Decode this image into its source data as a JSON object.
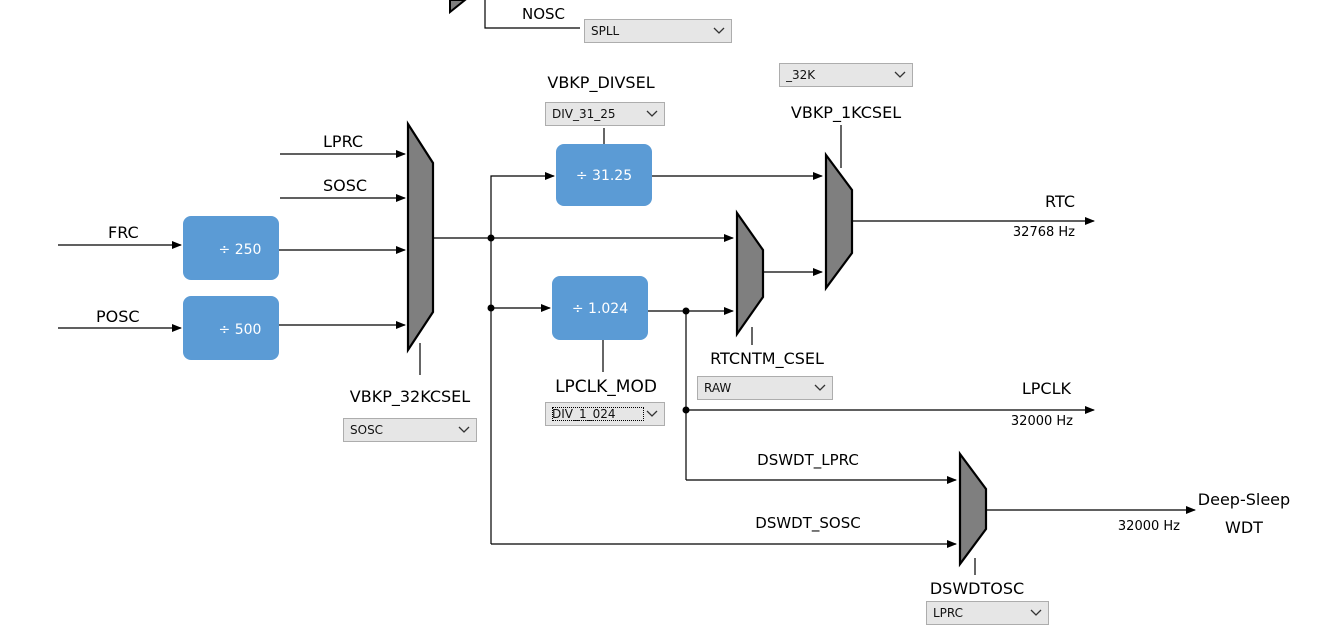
{
  "labels": {
    "nosc": "NOSC",
    "lprc": "LPRC",
    "sosc": "SOSC",
    "frc": "FRC",
    "posc": "POSC",
    "vbkp_divsel": "VBKP_DIVSEL",
    "vbkp_1kcsel": "VBKP_1KCSEL",
    "vbkp_32kcsel": "VBKP_32KCSEL",
    "lpclk_mod": "LPCLK_MOD",
    "rtcntm_csel": "RTCNTM_CSEL",
    "rtc": "RTC",
    "rtc_freq": "32768 Hz",
    "lpclk": "LPCLK",
    "lpclk_freq": "32000 Hz",
    "dswdt_lprc": "DSWDT_LPRC",
    "dswdt_sosc": "DSWDT_SOSC",
    "dswdt_freq": "32000 Hz",
    "deep_sleep_line1": "Deep-Sleep",
    "deep_sleep_line2": "WDT",
    "dswdtosc": "DSWDTOSC"
  },
  "dividers": {
    "div_250": "÷ 250",
    "div_500": "÷ 500",
    "div_31_25": "÷ 31.25",
    "div_1_024": "÷ 1.024"
  },
  "selects": {
    "nosc": "SPLL",
    "vbkp_1kcsel": "_32K",
    "vbkp_divsel": "DIV_31_25",
    "vbkp_32kcsel": "SOSC",
    "lpclk_mod": "DIV_1_024",
    "rtcntm_csel": "RAW",
    "dswdtosc": "LPRC"
  },
  "colors": {
    "divider_fill": "#5b9bd5",
    "mux_fill": "#7f7f7f",
    "line": "#000000"
  }
}
